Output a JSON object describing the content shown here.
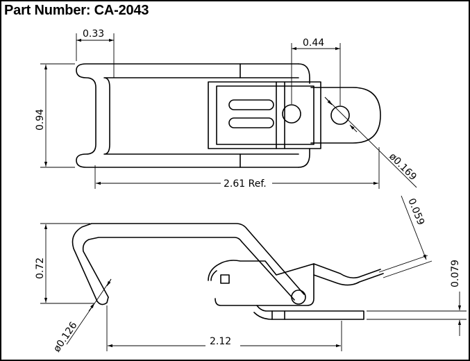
{
  "header": {
    "title": "Part Number: CA-2043"
  },
  "top_view": {
    "dims": {
      "hook_depth": "0.33",
      "arm_width": "0.44",
      "height": "0.94",
      "length": "2.61 Ref.",
      "hole_dia": "ø0.169"
    }
  },
  "side_view": {
    "dims": {
      "height": "0.72",
      "thickness": "0.059",
      "plate_thk": "0.079",
      "wire_dia": "ø0.126",
      "length": "2.12"
    }
  }
}
